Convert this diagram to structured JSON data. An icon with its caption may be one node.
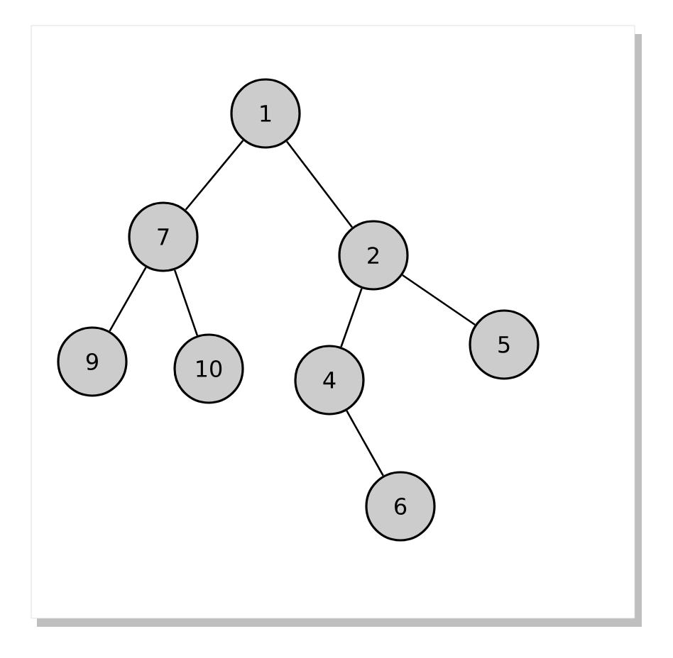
{
  "diagram": {
    "nodes": [
      {
        "text": [
          "1"
        ]
      },
      {
        "text": [
          "7"
        ]
      },
      {
        "text": [
          "2"
        ]
      },
      {
        "text": [
          "9"
        ]
      },
      {
        "text": [
          "10"
        ]
      },
      {
        "text": [
          "4"
        ]
      },
      {
        "text": [
          "5"
        ]
      },
      {
        "text": [
          "6"
        ]
      }
    ],
    "edges": [
      {
        "from": 0,
        "to": 1,
        "arrow": "none"
      },
      {
        "from": 0,
        "to": 2,
        "arrow": "none"
      },
      {
        "from": 1,
        "to": 3,
        "arrow": "none"
      },
      {
        "from": 1,
        "to": 4,
        "arrow": "none"
      },
      {
        "from": 2,
        "to": 5,
        "arrow": "none"
      },
      {
        "from": 2,
        "to": 6,
        "arrow": "none"
      },
      {
        "from": 5,
        "to": 7,
        "arrow": "none"
      }
    ]
  }
}
